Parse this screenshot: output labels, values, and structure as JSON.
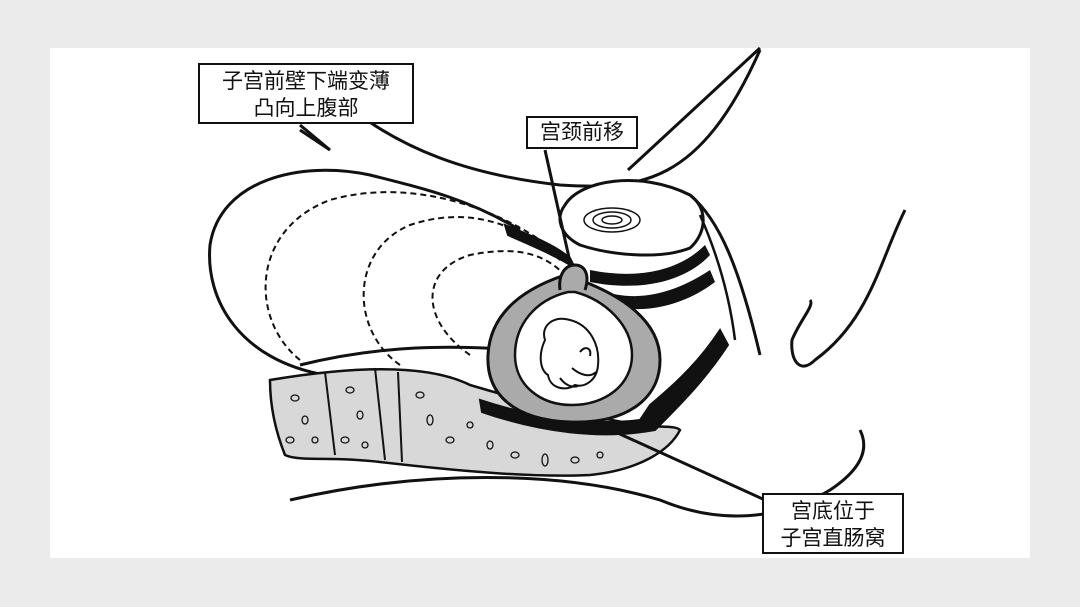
{
  "labels": {
    "anterior_wall": {
      "line1": "子宫前壁下端变薄",
      "line2": "凸向上腹部"
    },
    "cervix": {
      "text": "宫颈前移"
    },
    "fundus": {
      "line1": "宫底位于",
      "line2": "子宫直肠窝"
    }
  },
  "colors": {
    "background": "#ebebeb",
    "panel": "#ffffff",
    "ink": "#111111",
    "uterus_wall": "#aaaaaa",
    "sacrum_fill": "#d8d8d8"
  },
  "icons": {
    "fetus": "fetus-illustration",
    "bladder": "bladder-illustration",
    "spine": "sacrum-illustration"
  }
}
